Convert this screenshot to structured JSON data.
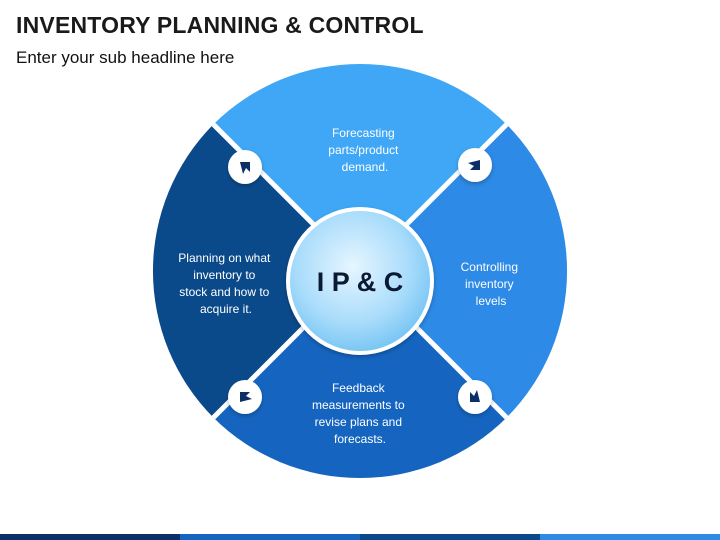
{
  "header": {
    "title": "INVENTORY PLANNING & CONTROL",
    "subtitle": "Enter your sub headline here"
  },
  "diagram": {
    "center_label": "I P & C",
    "segments": [
      {
        "id": "top",
        "lines": [
          "Forecasting",
          "parts/product",
          "demand."
        ],
        "color": "#3fa7f5"
      },
      {
        "id": "right",
        "lines": [
          "Controlling",
          "inventory",
          "levels"
        ],
        "color": "#2d8ae6"
      },
      {
        "id": "bottom",
        "lines": [
          "Feedback",
          "measurements to",
          "revise plans and",
          "forecasts."
        ],
        "color": "#1565c0"
      },
      {
        "id": "left",
        "lines": [
          "Planning on what",
          "inventory to",
          "stock and how to",
          "acquire it."
        ],
        "color": "#0b4a8a"
      }
    ],
    "arrow_icons": [
      "arrow-top-left-icon",
      "arrow-top-right-icon",
      "arrow-bottom-right-icon",
      "arrow-bottom-left-icon"
    ]
  },
  "footer": {
    "bar_colors": [
      "#0b2f66",
      "#1565c0",
      "#0b4a8a",
      "#2d8ae6"
    ]
  }
}
